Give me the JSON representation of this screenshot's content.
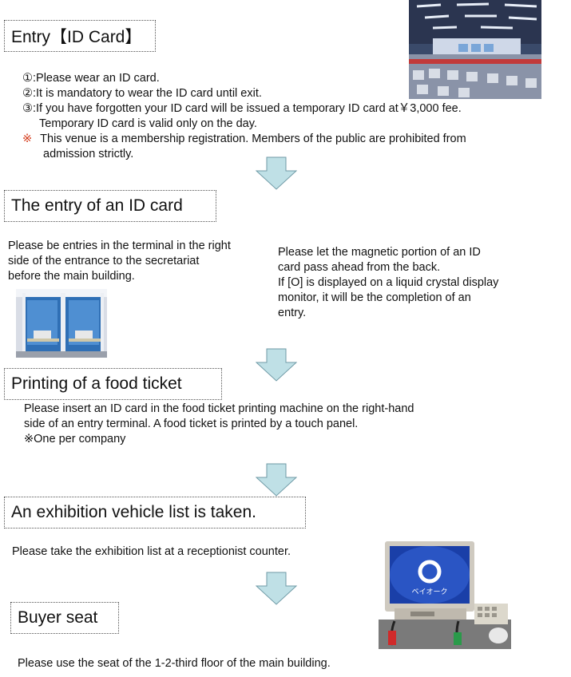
{
  "colors": {
    "arrow_fill": "#bfe0e6",
    "arrow_stroke": "#6f9aa6",
    "note_red": "#d43a1a"
  },
  "step1": {
    "title": "Entry【ID Card】",
    "lines": [
      {
        "marker": "①:",
        "text": "Please wear an ID card."
      },
      {
        "marker": "②:",
        "text": "It is mandatory to wear the ID card until exit."
      },
      {
        "marker": "③:",
        "text": "If you have forgotten your ID card will be issued a temporary ID card at￥3,000 fee."
      }
    ],
    "line4": "Temporary ID card is valid only on the day.",
    "note_marker": "※",
    "note_line1": "This venue is a membership registration. Members of the public are prohibited from",
    "note_line2": "admission strictly.",
    "photo": "auction-hall-photo"
  },
  "step2": {
    "title": "The entry of an ID card",
    "left": [
      "Please be entries in the terminal in the right",
      "side of the entrance to the secretariat",
      "before the main building."
    ],
    "right": [
      "Please let the magnetic portion of an ID",
      "card pass ahead from the back.",
      "If [O] is displayed on a liquid crystal display",
      "monitor, it will be the completion of an",
      "entry."
    ],
    "photo": "entry-terminal-booth-photo"
  },
  "step3": {
    "title": "Printing of a food ticket",
    "lines": [
      "Please insert an ID card in the food ticket printing machine on the right-hand",
      "side of an entry terminal. A food ticket is printed by a touch panel.",
      "※One per company"
    ]
  },
  "step4": {
    "title": "An exhibition vehicle list is taken.",
    "text": "Please take the exhibition list at a receptionist counter.",
    "photo": "terminal-monitor-photo",
    "logo_text": "ベイオーク"
  },
  "step5": {
    "title": "Buyer seat",
    "text": "Please use the seat of the 1-2-third floor of the main building."
  }
}
